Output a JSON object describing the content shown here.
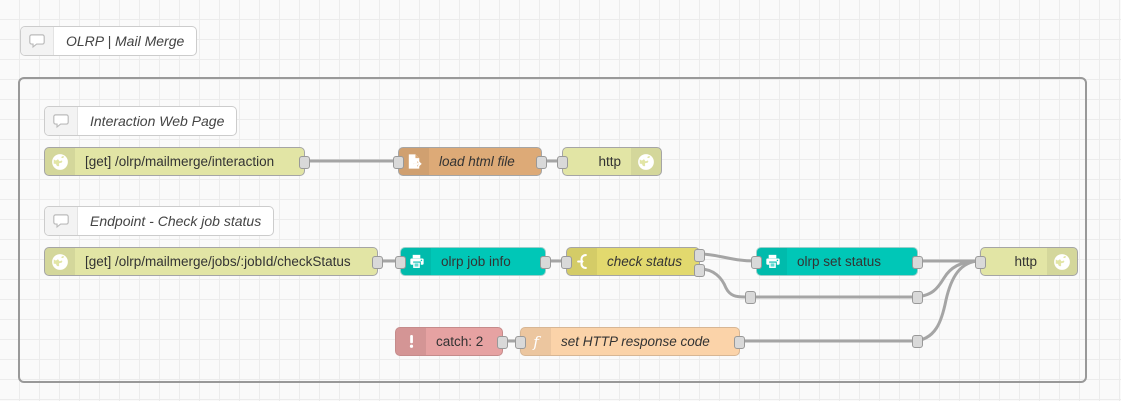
{
  "app": {
    "name": "node-red-flow-editor",
    "canvas_background": "#fafafa",
    "grid_color": "#ececec"
  },
  "flow_title": {
    "label": "OLRP | Mail Merge",
    "icon": "comment-icon"
  },
  "group": {
    "name": "flow-group",
    "border_color": "#999999"
  },
  "comments": [
    {
      "label": "Interaction Web Page",
      "icon": "comment-icon"
    },
    {
      "label": "Endpoint - Check job status",
      "icon": "comment-icon"
    }
  ],
  "nodes": [
    {
      "id": "http-in-interaction",
      "label": "[get] /olrp/mailmerge/interaction",
      "type": "http in",
      "icon": "globe-icon",
      "color": "#e2e5a5",
      "icon_side": "left",
      "italic": false,
      "inputs": 0,
      "outputs": 1
    },
    {
      "id": "load-html-file",
      "label": "load html file",
      "type": "file in",
      "icon": "file-in-icon",
      "color": "#ddaa77",
      "icon_side": "left",
      "italic": true,
      "inputs": 1,
      "outputs": 1
    },
    {
      "id": "http-response-1",
      "label": "http",
      "type": "http response",
      "icon": "globe-icon",
      "color": "#e2e5a5",
      "icon_side": "right",
      "italic": false,
      "inputs": 1,
      "outputs": 0
    },
    {
      "id": "http-in-checkstatus",
      "label": "[get] /olrp/mailmerge/jobs/:jobId/checkStatus",
      "type": "http in",
      "icon": "globe-icon",
      "color": "#e2e5a5",
      "icon_side": "left",
      "italic": false,
      "inputs": 0,
      "outputs": 1
    },
    {
      "id": "olrp-job-info",
      "label": "olrp job info",
      "type": "printer",
      "icon": "printer-icon",
      "color": "#00c7b7",
      "icon_side": "left",
      "italic": false,
      "inputs": 1,
      "outputs": 1
    },
    {
      "id": "check-status",
      "label": "check status",
      "type": "switch",
      "icon": "switch-icon",
      "color": "#e2d96e",
      "icon_side": "left",
      "italic": true,
      "inputs": 1,
      "outputs": 2
    },
    {
      "id": "olrp-set-status",
      "label": "olrp set status",
      "type": "printer",
      "icon": "printer-icon",
      "color": "#00c7b7",
      "icon_side": "left",
      "italic": false,
      "inputs": 1,
      "outputs": 1
    },
    {
      "id": "http-response-2",
      "label": "http",
      "type": "http response",
      "icon": "globe-icon",
      "color": "#e2e5a5",
      "icon_side": "right",
      "italic": false,
      "inputs": 1,
      "outputs": 0
    },
    {
      "id": "catch-node",
      "label": "catch: 2",
      "type": "catch",
      "icon": "alert-icon",
      "color": "#e6a2a2",
      "icon_side": "left",
      "italic": false,
      "inputs": 0,
      "outputs": 1
    },
    {
      "id": "set-http-response-code",
      "label": "set HTTP response code",
      "type": "function",
      "icon": "function-icon",
      "color": "#fbd3a9",
      "icon_side": "left",
      "italic": true,
      "inputs": 1,
      "outputs": 1
    }
  ],
  "wire_color": "#a5a5a5"
}
